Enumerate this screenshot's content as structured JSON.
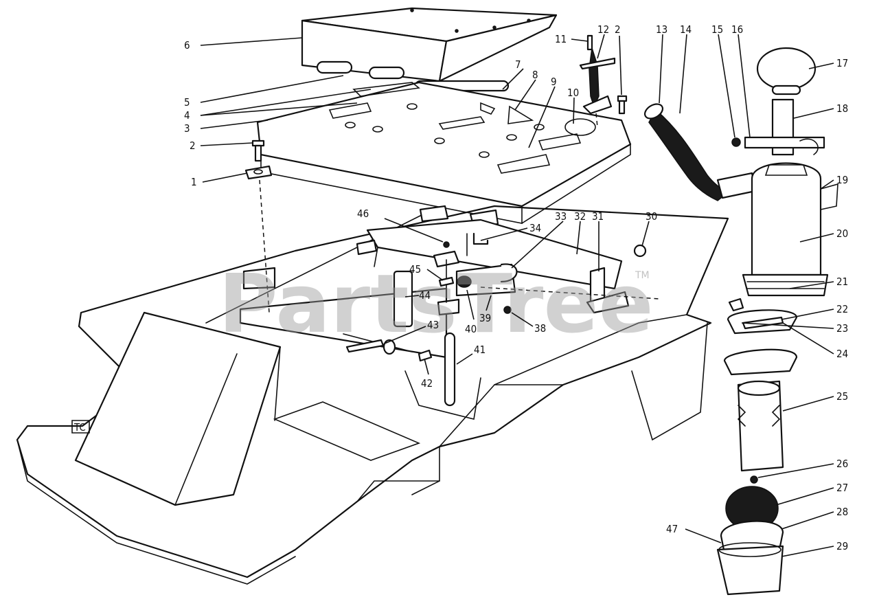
{
  "watermark": {
    "text": "PartsTree",
    "tm": "TM"
  },
  "frame_stamp": "TC",
  "callouts": [
    {
      "id": "c1",
      "label": "1"
    },
    {
      "id": "c2a",
      "label": "2"
    },
    {
      "id": "c2b",
      "label": "2"
    },
    {
      "id": "c3",
      "label": "3"
    },
    {
      "id": "c4",
      "label": "4"
    },
    {
      "id": "c5",
      "label": "5"
    },
    {
      "id": "c6",
      "label": "6"
    },
    {
      "id": "c7",
      "label": "7"
    },
    {
      "id": "c8",
      "label": "8"
    },
    {
      "id": "c9",
      "label": "9"
    },
    {
      "id": "c10",
      "label": "10"
    },
    {
      "id": "c11",
      "label": "11"
    },
    {
      "id": "c12",
      "label": "12"
    },
    {
      "id": "c13",
      "label": "13"
    },
    {
      "id": "c14",
      "label": "14"
    },
    {
      "id": "c15",
      "label": "15"
    },
    {
      "id": "c16",
      "label": "16"
    },
    {
      "id": "c17",
      "label": "17"
    },
    {
      "id": "c18",
      "label": "18"
    },
    {
      "id": "c19",
      "label": "19"
    },
    {
      "id": "c20",
      "label": "20"
    },
    {
      "id": "c21",
      "label": "21"
    },
    {
      "id": "c22",
      "label": "22"
    },
    {
      "id": "c23",
      "label": "23"
    },
    {
      "id": "c24",
      "label": "24"
    },
    {
      "id": "c25",
      "label": "25"
    },
    {
      "id": "c26",
      "label": "26"
    },
    {
      "id": "c27",
      "label": "27"
    },
    {
      "id": "c28",
      "label": "28"
    },
    {
      "id": "c29",
      "label": "29"
    },
    {
      "id": "c30",
      "label": "30"
    },
    {
      "id": "c31",
      "label": "31"
    },
    {
      "id": "c32",
      "label": "32"
    },
    {
      "id": "c33",
      "label": "33"
    },
    {
      "id": "c34",
      "label": "34"
    },
    {
      "id": "c38",
      "label": "38"
    },
    {
      "id": "c39",
      "label": "39"
    },
    {
      "id": "c40",
      "label": "40"
    },
    {
      "id": "c41",
      "label": "41"
    },
    {
      "id": "c42",
      "label": "42"
    },
    {
      "id": "c43",
      "label": "43"
    },
    {
      "id": "c44",
      "label": "44"
    },
    {
      "id": "c45",
      "label": "45"
    },
    {
      "id": "c46",
      "label": "46"
    },
    {
      "id": "c47",
      "label": "47"
    }
  ]
}
